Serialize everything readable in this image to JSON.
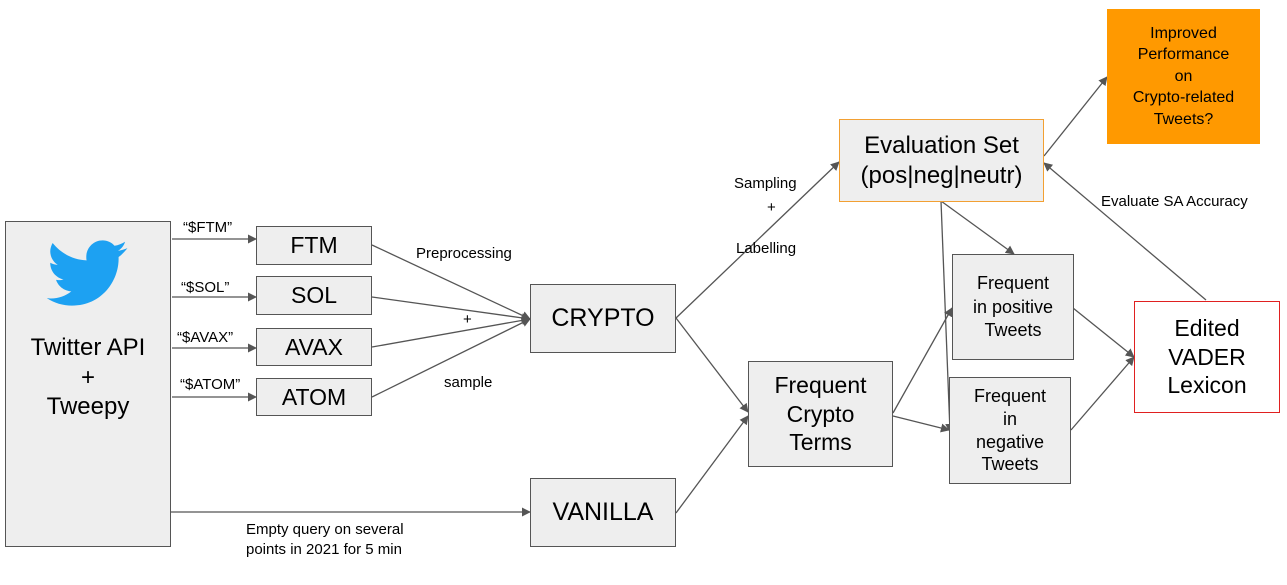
{
  "colors": {
    "box_fill": "#eeeeee",
    "box_border": "#555555",
    "eval_border": "#f2a033",
    "result_fill": "#ff9900",
    "lexicon_border": "#e02020",
    "twitter_blue": "#1da1f2",
    "arrow": "#555555"
  },
  "source": {
    "icon": "twitter-bird-icon",
    "line1": "Twitter API",
    "line2": "+",
    "line3": "Tweepy"
  },
  "queries": [
    "“$FTM”",
    "“$SOL”",
    "“$AVAX”",
    "“$ATOM”"
  ],
  "tickers": [
    "FTM",
    "SOL",
    "AVAX",
    "ATOM"
  ],
  "steps": {
    "preprocessing": "Preprocessing",
    "plus": "+",
    "sample": "sample",
    "sampling": "Sampling",
    "sampling_plus": "+",
    "labelling": "Labelling",
    "empty_query_line1": "Empty query on several",
    "empty_query_line2": "points in 2021 for 5 min",
    "evaluate": "Evaluate SA Accuracy"
  },
  "datasets": {
    "crypto": "CRYPTO",
    "vanilla": "VANILLA"
  },
  "frequent_terms": {
    "line1": "Frequent",
    "line2": "Crypto",
    "line3": "Terms"
  },
  "evaluation_set": {
    "line1": "Evaluation Set",
    "line2": "(pos|neg|neutr)"
  },
  "positive": {
    "line1": "Frequent",
    "line2": "in positive",
    "line3": "Tweets"
  },
  "negative": {
    "line1": "Frequent",
    "line2": "in",
    "line3": "negative",
    "line4": "Tweets"
  },
  "lexicon": {
    "line1": "Edited",
    "line2": "VADER",
    "line3": "Lexicon"
  },
  "result": {
    "line1": "Improved",
    "line2": "Performance",
    "line3": "on",
    "line4": "Crypto-related",
    "line5": "Tweets?"
  }
}
